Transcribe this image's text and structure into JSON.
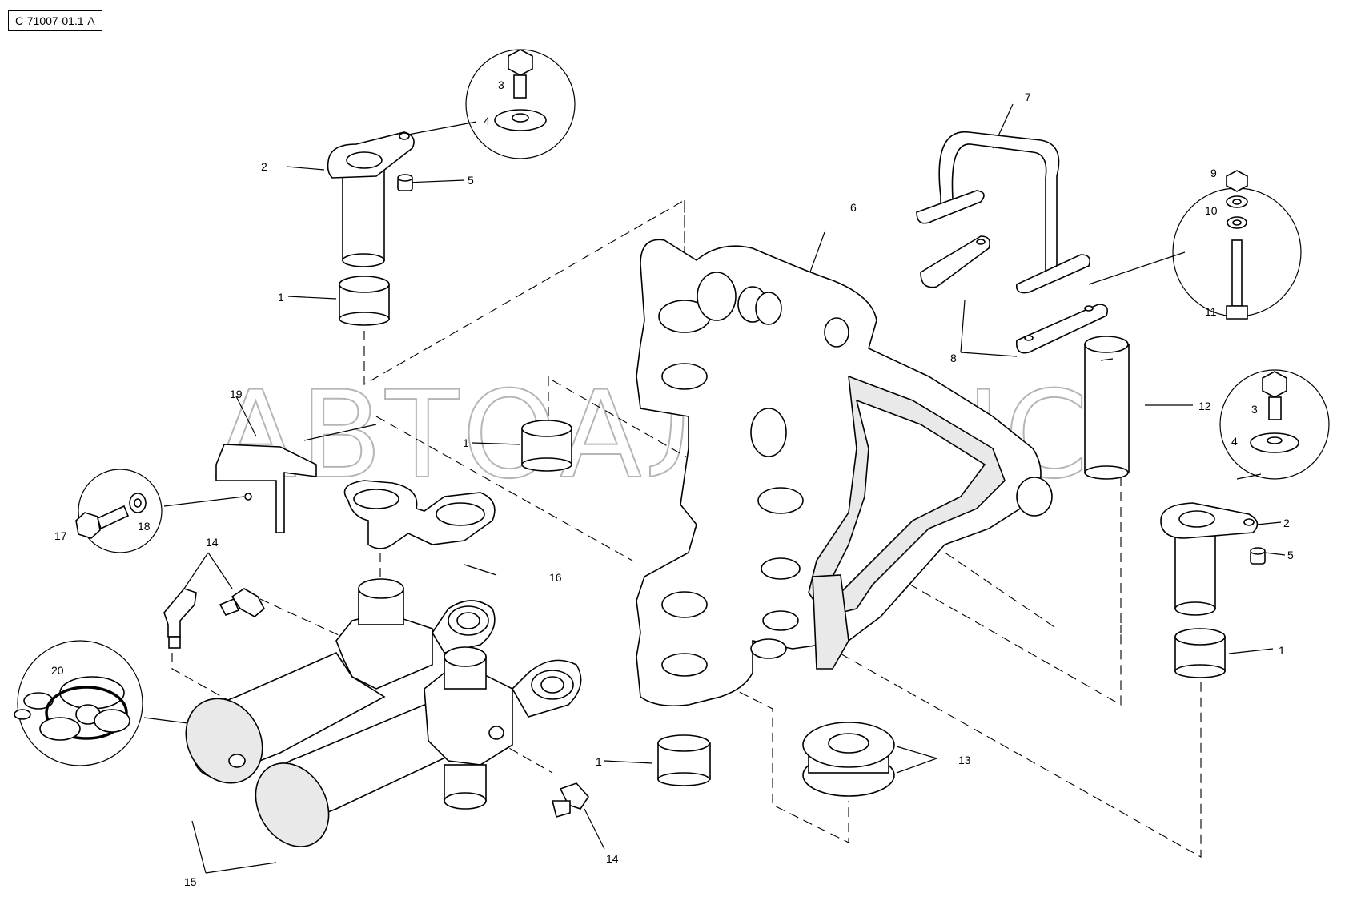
{
  "drawing": {
    "code": "C-71007-01.1-A",
    "watermark": "АВТОАЛЬЯНС"
  },
  "callouts": {
    "c1a": "1",
    "c1b": "1",
    "c1c": "1",
    "c1d": "1",
    "c2a": "2",
    "c2b": "2",
    "c3a": "3",
    "c3b": "3",
    "c4a": "4",
    "c4b": "4",
    "c5a": "5",
    "c5b": "5",
    "c6": "6",
    "c7": "7",
    "c8": "8",
    "c9": "9",
    "c10": "10",
    "c11": "11",
    "c12": "12",
    "c13": "13",
    "c14a": "14",
    "c14b": "14",
    "c15": "15",
    "c16": "16",
    "c17": "17",
    "c18": "18",
    "c19": "19",
    "c20": "20"
  }
}
